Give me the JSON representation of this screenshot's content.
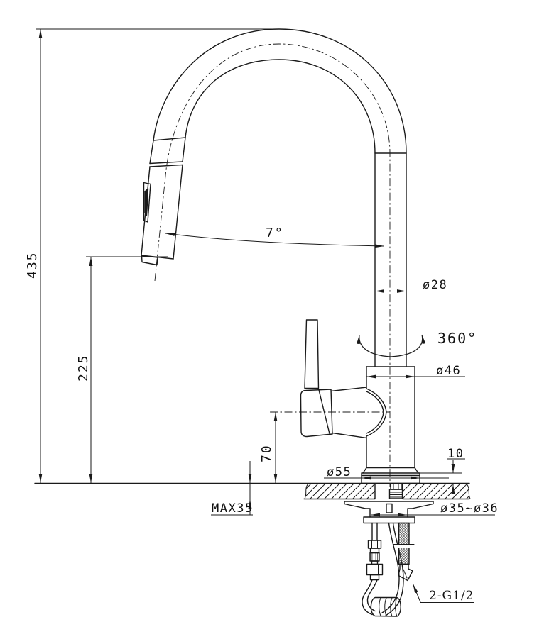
{
  "drawing": {
    "title": "Pull-down kitchen faucet installation drawing",
    "colors": {
      "line": "#1a1a1a",
      "background": "#ffffff"
    },
    "dimensions": {
      "total_height": "435",
      "spout_height": "225",
      "handle_center_height": "70",
      "spray_angle": "7°",
      "spout_tube_diameter": "ø28",
      "swivel_angle": "360°",
      "body_diameter": "ø46",
      "base_diameter": "ø55",
      "base_plate_height": "10",
      "max_deck_thickness": "MAX35",
      "hole_diameter": "ø35~ø36",
      "supply_connection": "2-G1/2"
    }
  }
}
